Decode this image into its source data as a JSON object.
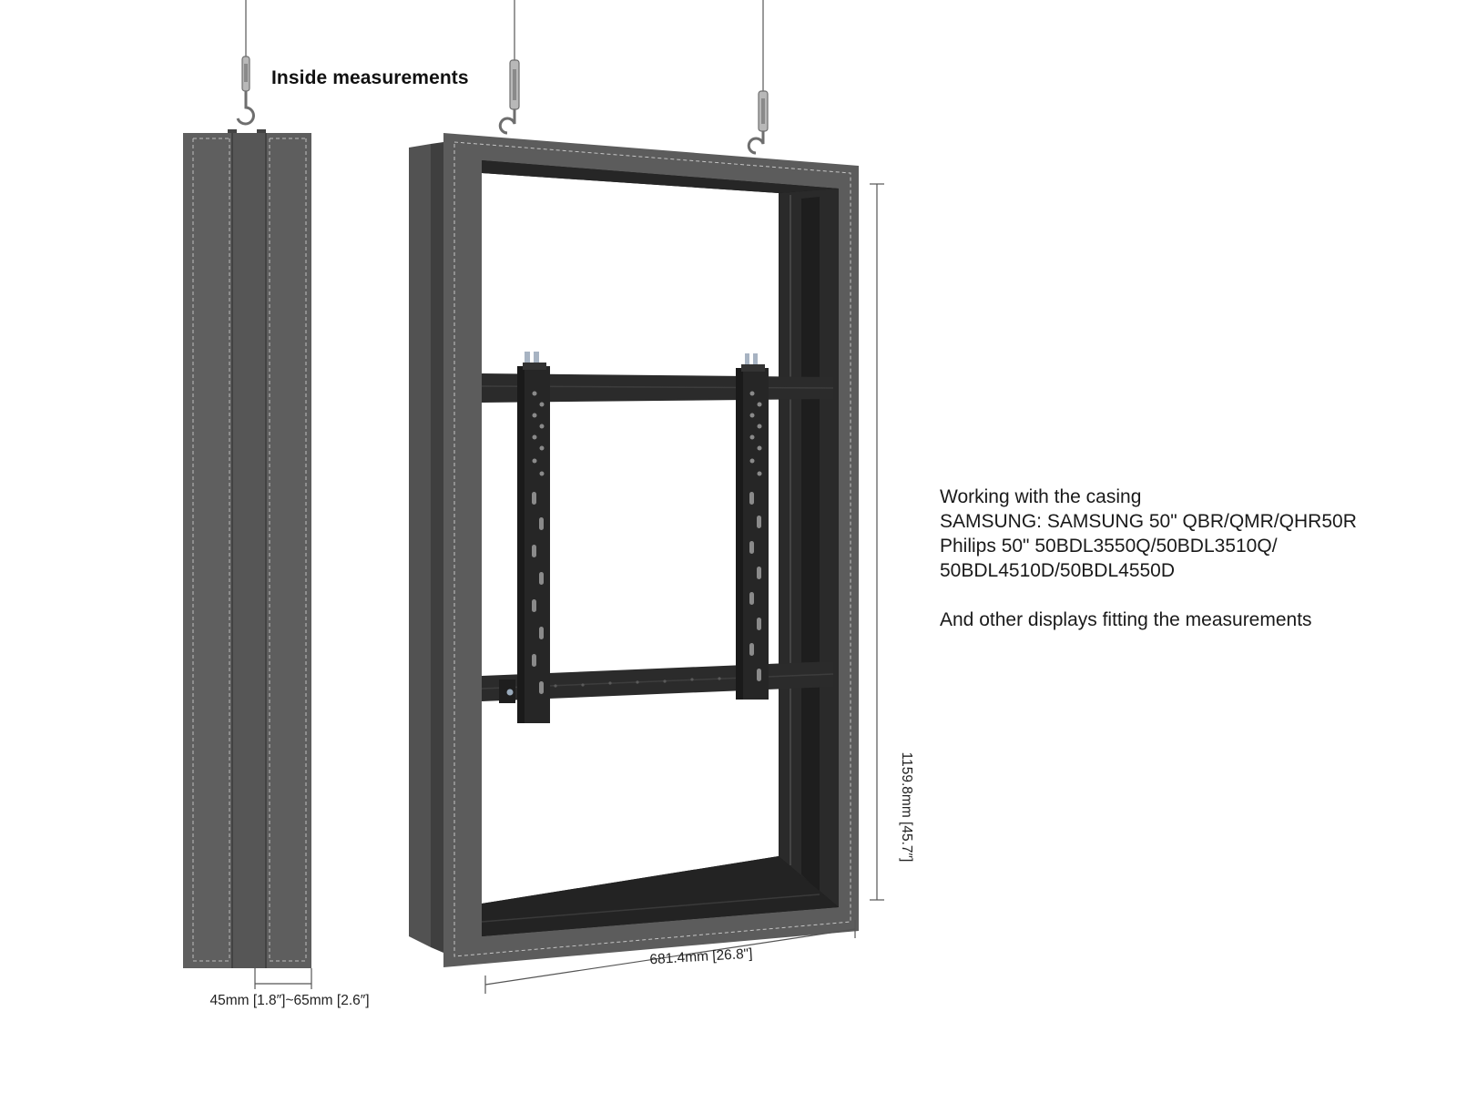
{
  "heading": "Inside measurements",
  "dimensions": {
    "depth": "45mm [1.8″]~65mm [2.6″]",
    "width": "681.4mm [26.8\"]",
    "height": "1159.8mm [45.7″]"
  },
  "info": {
    "line1": "Working with the casing",
    "line2": "SAMSUNG: SAMSUNG 50\" QBR/QMR/QHR50R",
    "line3": "Philips 50\" 50BDL3550Q/50BDL3510Q/",
    "line4": "50BDL4510D/50BDL4550D",
    "line5": "And other displays fitting the measurements"
  },
  "colors": {
    "frame": "#5a5a5a",
    "frame_dark": "#3d3d3d",
    "interior": "#1b1b1b",
    "bracket": "#2a2a2a",
    "cable": "#9a9a9a",
    "dim_line": "#555555"
  }
}
